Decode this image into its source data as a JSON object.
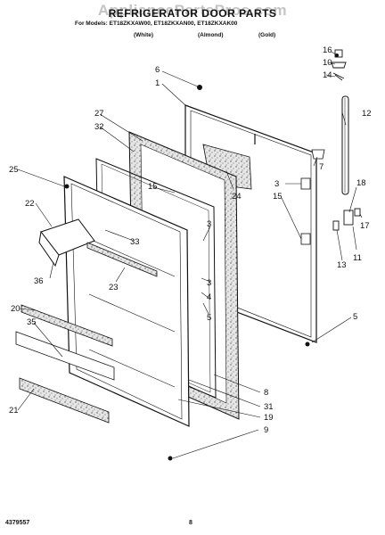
{
  "header": {
    "title": "REFRIGERATOR DOOR PARTS",
    "watermark": "AppliancePartsPros.com",
    "models_line": "For Models: ET18ZKXAW00, ET18ZKXAN00, ET18ZKXAK00",
    "color_white": "(White)",
    "color_almond": "(Almond)",
    "color_gold": "(Gold)"
  },
  "callouts": {
    "c16": "16",
    "c10": "10",
    "c14": "14",
    "c12": "12",
    "c6": "6",
    "c1": "1",
    "c27": "27",
    "c32": "32",
    "c25": "25",
    "c7": "7",
    "c3a": "3",
    "c15a": "15",
    "c24": "24",
    "c15b": "15",
    "c3b": "3",
    "c18": "18",
    "c22": "22",
    "c33": "33",
    "c17": "17",
    "c11": "11",
    "c13": "13",
    "c23": "23",
    "c36": "36",
    "c3c": "3",
    "c4": "4",
    "c20": "20",
    "c5a": "5",
    "c35": "35",
    "c5b": "5",
    "c8": "8",
    "c31": "31",
    "c21": "21",
    "c19": "19",
    "c9": "9"
  },
  "footer": {
    "part_number": "4379557",
    "page": "8"
  }
}
